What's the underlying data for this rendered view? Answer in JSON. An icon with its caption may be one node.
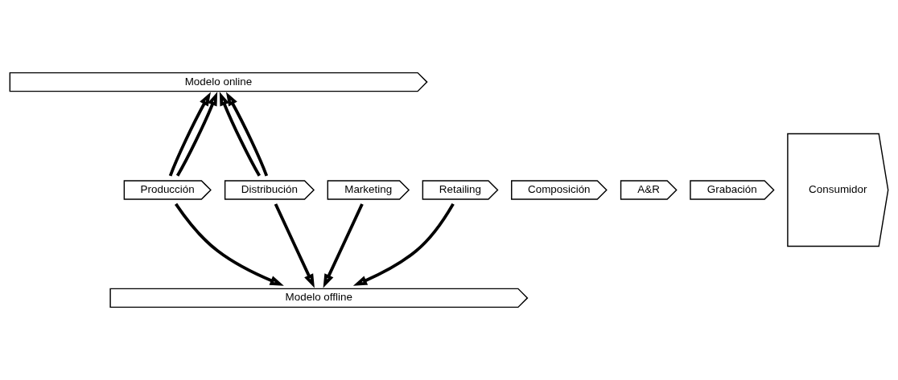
{
  "diagram": {
    "nodes": [
      {
        "text": [
          "Modelo online"
        ]
      },
      {
        "text": [
          "Composición"
        ]
      },
      {
        "text": [
          "A&R"
        ]
      },
      {
        "text": [
          "Grabación"
        ]
      },
      {
        "text": [
          "Producción"
        ]
      },
      {
        "text": [
          "Marketing"
        ]
      },
      {
        "text": [
          "Distribución"
        ]
      },
      {
        "text": [
          "Retailing"
        ]
      },
      {
        "text": [
          "Modelo offline"
        ]
      },
      {
        "text": [
          "Consumidor"
        ]
      }
    ],
    "edges": [
      {
        "from": 4,
        "to": 0,
        "arrow": "to"
      },
      {
        "from": 4,
        "to": 0,
        "arrow": "to"
      },
      {
        "from": 6,
        "to": 0,
        "arrow": "to"
      },
      {
        "from": 6,
        "to": 0,
        "arrow": "to"
      },
      {
        "from": 4,
        "to": 8,
        "arrow": "to"
      },
      {
        "from": 5,
        "to": 8,
        "arrow": "to"
      },
      {
        "from": 6,
        "to": 8,
        "arrow": "to"
      },
      {
        "from": 7,
        "to": 8,
        "arrow": "to"
      }
    ]
  }
}
